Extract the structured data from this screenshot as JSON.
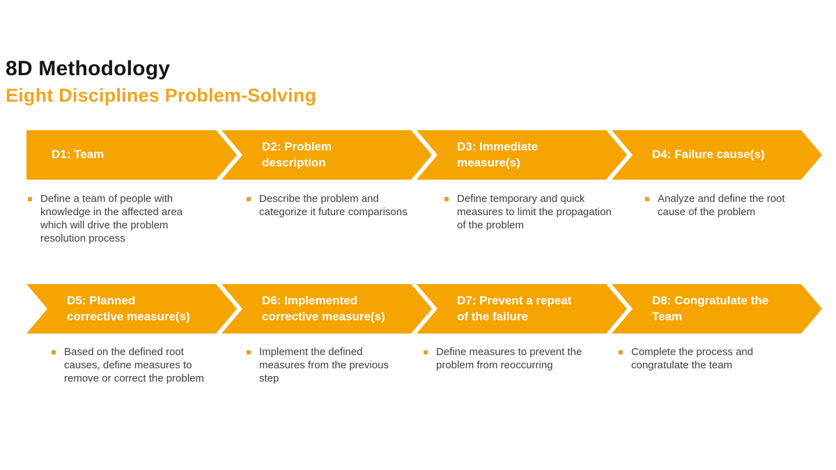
{
  "header": {
    "title": "8D Methodology",
    "subtitle": "Eight Disciplines Problem-Solving"
  },
  "colors": {
    "title_text": "#141414",
    "subtitle_text": "#f2a41c",
    "arrow_fill": "#f6a400",
    "arrow_label_text": "#ffffff",
    "bullet": "#e0a326",
    "body_text": "#3d3d3d"
  },
  "steps": [
    {
      "id": "D1",
      "label": "D1: Team",
      "description": "Define a team of people with knowledge in the affected area which will drive the problem resolution process"
    },
    {
      "id": "D2",
      "label": "D2: Problem\ndescription",
      "description": "Describe the problem and categorize it future comparisons"
    },
    {
      "id": "D3",
      "label": "D3: Immediate\nmeasure(s)",
      "description": "Define temporary and quick measures to limit the propagation of the problem"
    },
    {
      "id": "D4",
      "label": "D4: Failure cause(s)",
      "description": "Analyze and define the root cause of the problem"
    },
    {
      "id": "D5",
      "label": "D5: Planned\ncorrective measure(s)",
      "description": "Based on the defined root causes, define measures to remove or correct the problem"
    },
    {
      "id": "D6",
      "label": "D6: Implemented\ncorrective measure(s)",
      "description": "Implement the defined measures from the previous step"
    },
    {
      "id": "D7",
      "label": "D7: Prevent a repeat\nof the failure",
      "description": "Define measures to prevent the problem from reoccurring"
    },
    {
      "id": "D8",
      "label": "D8: Congratulate the\nTeam",
      "description": "Complete the process and congratulate the team"
    }
  ]
}
